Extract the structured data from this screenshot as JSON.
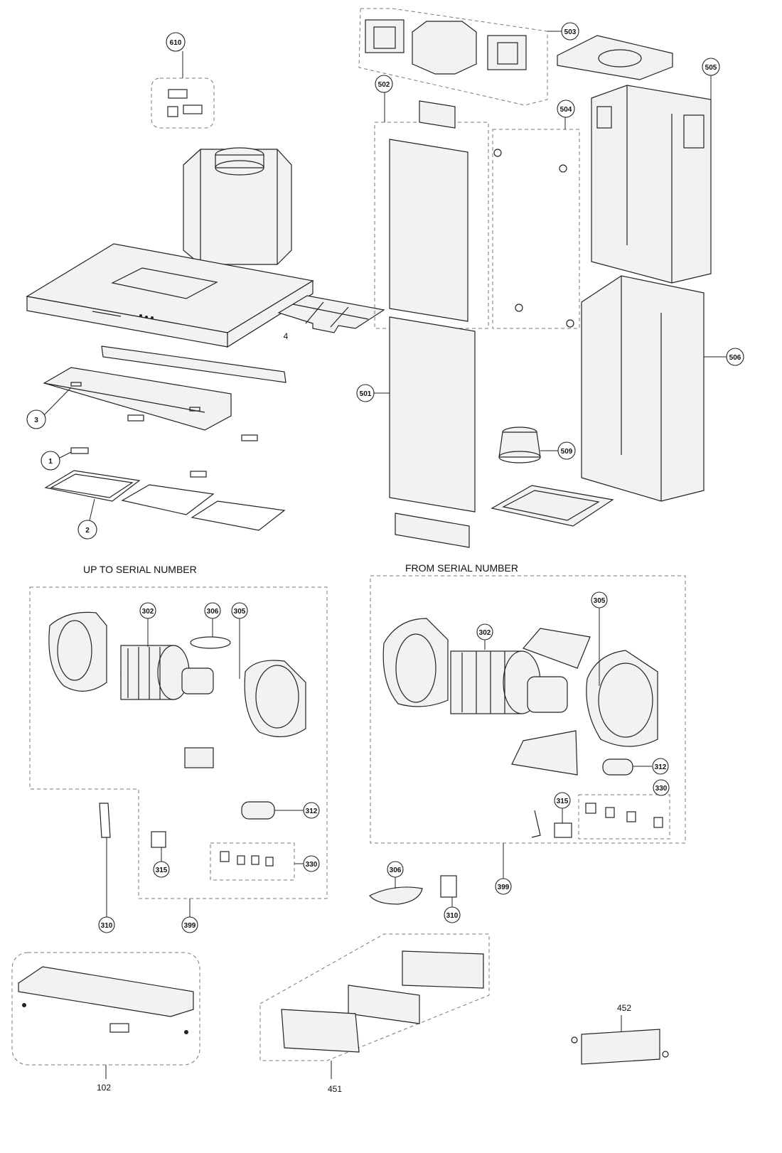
{
  "sections": {
    "before": "UP TO SERIAL NUMBER",
    "after": "FROM  SERIAL NUMBER"
  },
  "callouts": {
    "c610": "610",
    "c503": "503",
    "c502": "502",
    "c504": "504",
    "c505": "505",
    "c506": "506",
    "c501": "501",
    "c509": "509",
    "c3": "3",
    "c1": "1",
    "c2": "2",
    "u302": "302",
    "u306": "306",
    "u305": "305",
    "u312": "312",
    "u330": "330",
    "u315": "315",
    "u310": "310",
    "u399": "399",
    "n305": "305",
    "n302": "302",
    "n312": "312",
    "n330": "330",
    "n315": "315",
    "n306": "306",
    "n310": "310",
    "n399": "399"
  },
  "labels": {
    "l4": "4",
    "l102": "102",
    "l451": "451",
    "l452": "452"
  }
}
